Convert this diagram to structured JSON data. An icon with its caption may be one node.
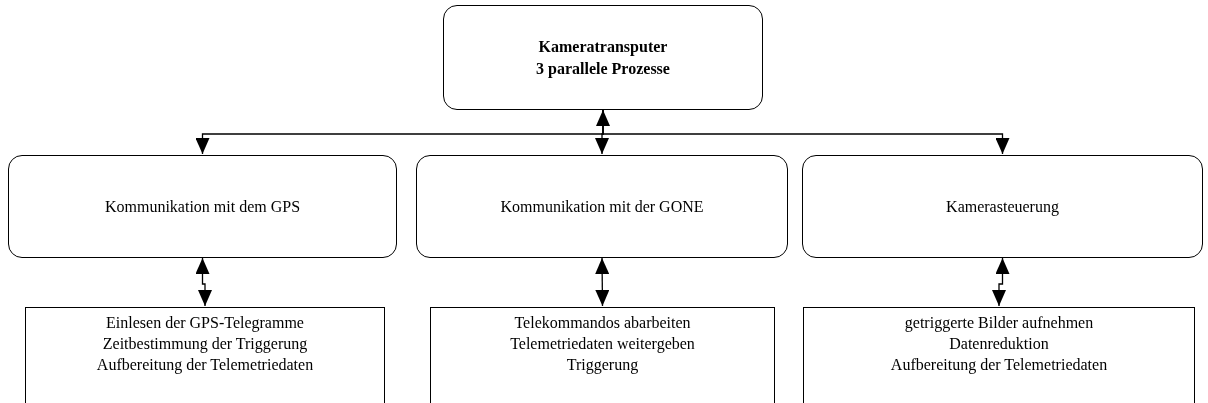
{
  "diagram": {
    "nodes": [
      {
        "text": [
          "Kameratransputer",
          "3 parallele Prozesse"
        ]
      },
      {
        "text": [
          "Kommunikation mit dem GPS"
        ]
      },
      {
        "text": [
          "Kommunikation mit der GONE"
        ]
      },
      {
        "text": [
          "Kamerasteuerung"
        ]
      },
      {
        "text": [
          "Einlesen der GPS-Telegramme",
          "Zeitbestimmung der Triggerung",
          "Aufbereitung der Telemetriedaten"
        ]
      },
      {
        "text": [
          "Telekommandos abarbeiten",
          "Telemetriedaten weitergeben",
          "Triggerung"
        ]
      },
      {
        "text": [
          "getriggerte Bilder aufnehmen",
          "Datenreduktion",
          "Aufbereitung der Telemetriedaten"
        ]
      }
    ],
    "edges": [
      {
        "from": 0,
        "to": 1,
        "arrow": "to"
      },
      {
        "from": 0,
        "to": 2,
        "arrow": "both"
      },
      {
        "from": 0,
        "to": 3,
        "arrow": "to"
      },
      {
        "from": 1,
        "to": 4,
        "arrow": "both"
      },
      {
        "from": 2,
        "to": 5,
        "arrow": "both"
      },
      {
        "from": 3,
        "to": 6,
        "arrow": "both"
      }
    ]
  }
}
